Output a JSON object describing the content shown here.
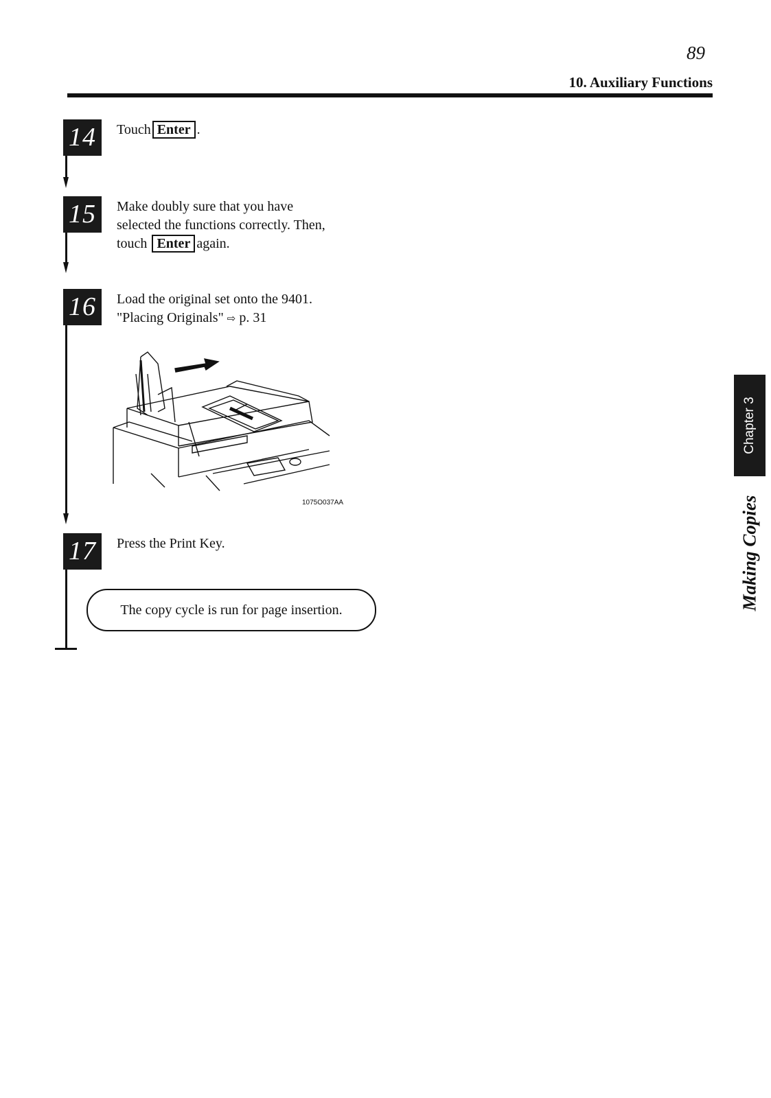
{
  "header": {
    "page_number": "89",
    "section_title": "10. Auxiliary Functions"
  },
  "steps": [
    {
      "number": "14",
      "text_before": "Touch",
      "key": "Enter",
      "text_after": "."
    },
    {
      "number": "15",
      "line1": "Make doubly sure that you have",
      "line2": "selected the functions correctly. Then,",
      "line3_before": "touch",
      "key": "Enter",
      "line3_after": "again."
    },
    {
      "number": "16",
      "line1": "Load the original set onto the 9401.",
      "ref_text": "\"Placing Originals\"",
      "ref_icon": "pointer-arrow",
      "ref_page": "p. 31",
      "illustration_code": "1075O037AA"
    },
    {
      "number": "17",
      "text": "Press the Print Key.",
      "note": "The copy cycle is run for page insertion."
    }
  ],
  "side": {
    "chapter_tab": "Chapter 3",
    "section": "Making Copies"
  }
}
